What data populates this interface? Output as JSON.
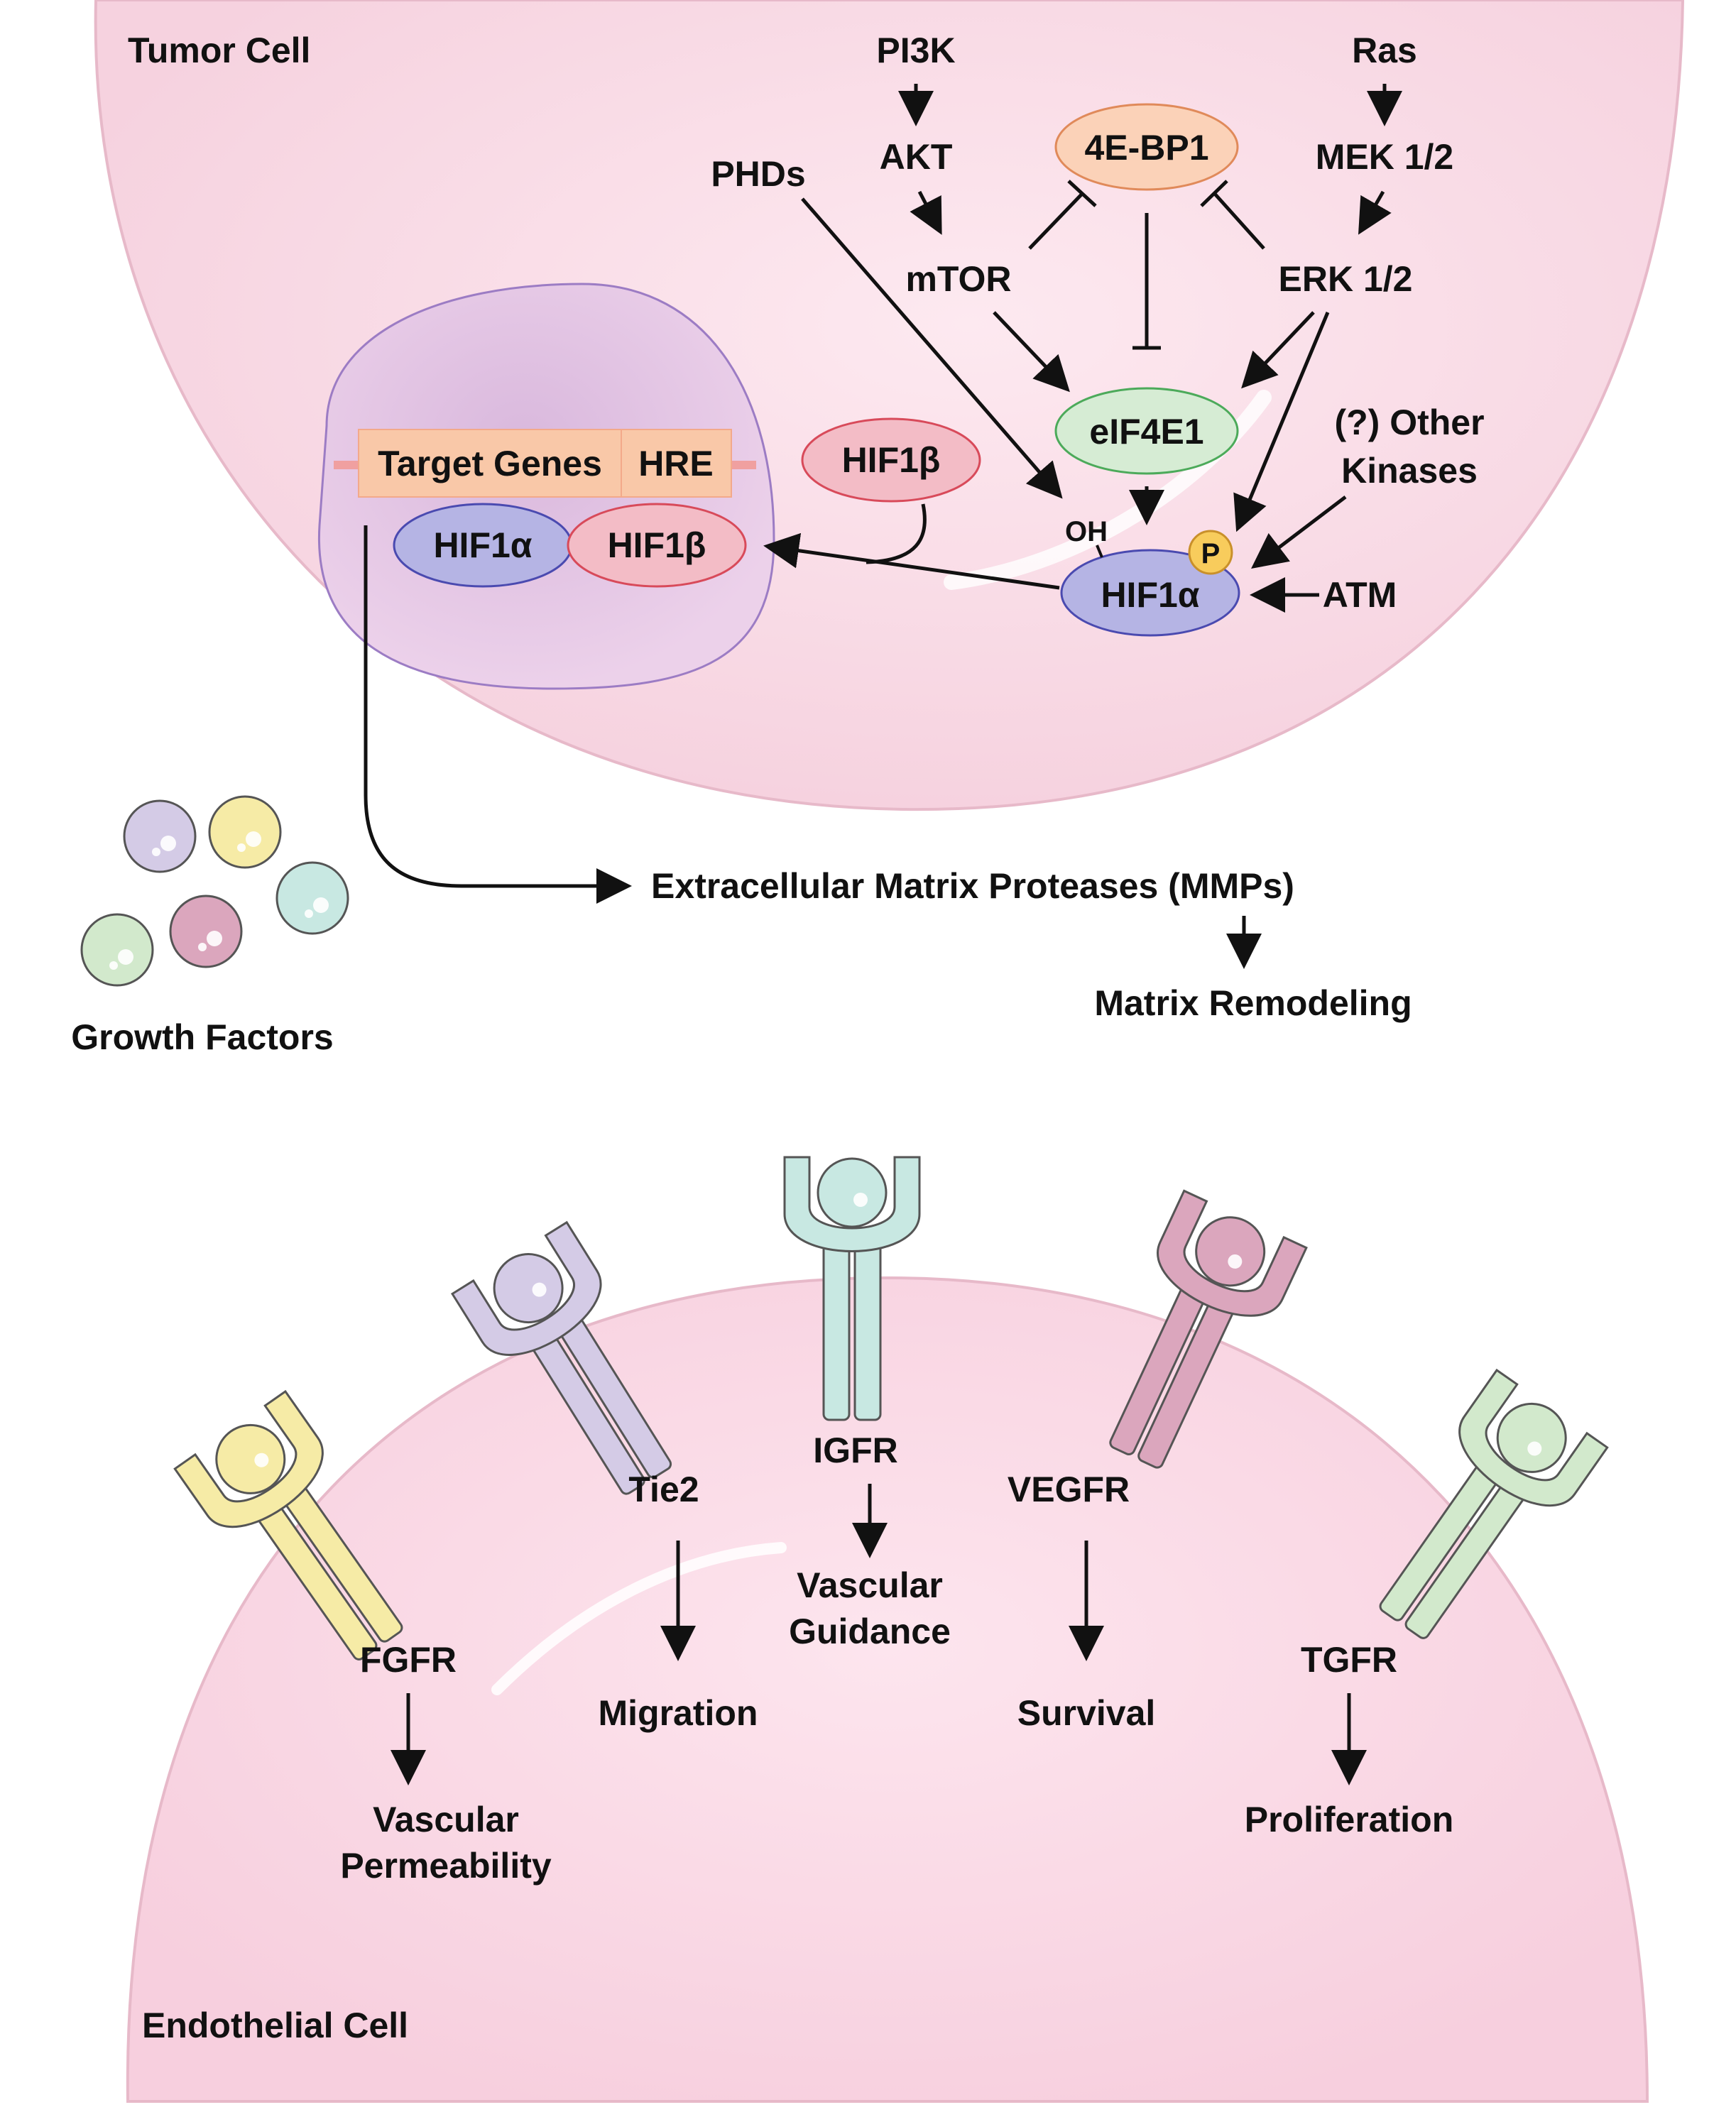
{
  "colors": {
    "tumor_cell_fill": "#f9dde8",
    "endothelial_cell_fill": "#fad6e4",
    "nucleus_fill": "#e6c6e3",
    "nucleus_stroke": "#9c7cc4",
    "hif1a_fill": "#b5b4e4",
    "hif1a_stroke": "#4a4ab0",
    "hif1b_fill": "#f3bcc6",
    "hif1b_stroke": "#d84a5a",
    "eif4e1_fill": "#d6ecd4",
    "eif4e1_stroke": "#4caa5a",
    "fourebp1_fill": "#fbd2b8",
    "fourebp1_stroke": "#e08a5a",
    "phospho_fill": "#f8cc5c",
    "gene_bar_fill": "#f9c8a8",
    "dna_strand": "#f0a0a0",
    "receptor_yellow": "#f6eba6",
    "receptor_purple": "#d4cbe6",
    "receptor_teal": "#c8e8e2",
    "receptor_pink": "#dba6bd",
    "receptor_green": "#d2e9cc"
  },
  "labels": {
    "tumor_cell": "Tumor Cell",
    "endothelial_cell": "Endothelial Cell",
    "pi3k": "PI3K",
    "akt": "AKT",
    "mtor": "mTOR",
    "ras": "Ras",
    "mek": "MEK 1/2",
    "erk": "ERK 1/2",
    "phds": "PHDs",
    "fourebp1": "4E-BP1",
    "eif4e1": "eIF4E1",
    "other_kinases_line1": "(?) Other",
    "other_kinases_line2": "Kinases",
    "atm": "ATM",
    "oh": "OH",
    "phospho": "P",
    "hif1a_cyto": "HIF1α",
    "hif1b_cyto": "HIF1β",
    "target_genes": "Target Genes",
    "hre": "HRE",
    "hif1a_nuc": "HIF1α",
    "hif1b_nuc": "HIF1β",
    "mmps": "Extracellular Matrix Proteases (MMPs)",
    "matrix_remodeling": "Matrix Remodeling",
    "growth_factors": "Growth Factors"
  },
  "receptors": [
    {
      "name": "FGFR",
      "color": "receptor_yellow",
      "outcome_lines": [
        "Vascular",
        "Permeability"
      ]
    },
    {
      "name": "Tie2",
      "color": "receptor_purple",
      "outcome_lines": [
        "Migration"
      ]
    },
    {
      "name": "IGFR",
      "color": "receptor_teal",
      "outcome_lines": [
        "Vascular",
        "Guidance"
      ]
    },
    {
      "name": "VEGFR",
      "color": "receptor_pink",
      "outcome_lines": [
        "Survival"
      ]
    },
    {
      "name": "TGFR",
      "color": "receptor_green",
      "outcome_lines": [
        "Proliferation"
      ]
    }
  ],
  "growth_factor_balls": [
    {
      "color": "receptor_purple"
    },
    {
      "color": "receptor_yellow"
    },
    {
      "color": "receptor_teal"
    },
    {
      "color": "receptor_pink"
    },
    {
      "color": "receptor_green"
    }
  ]
}
